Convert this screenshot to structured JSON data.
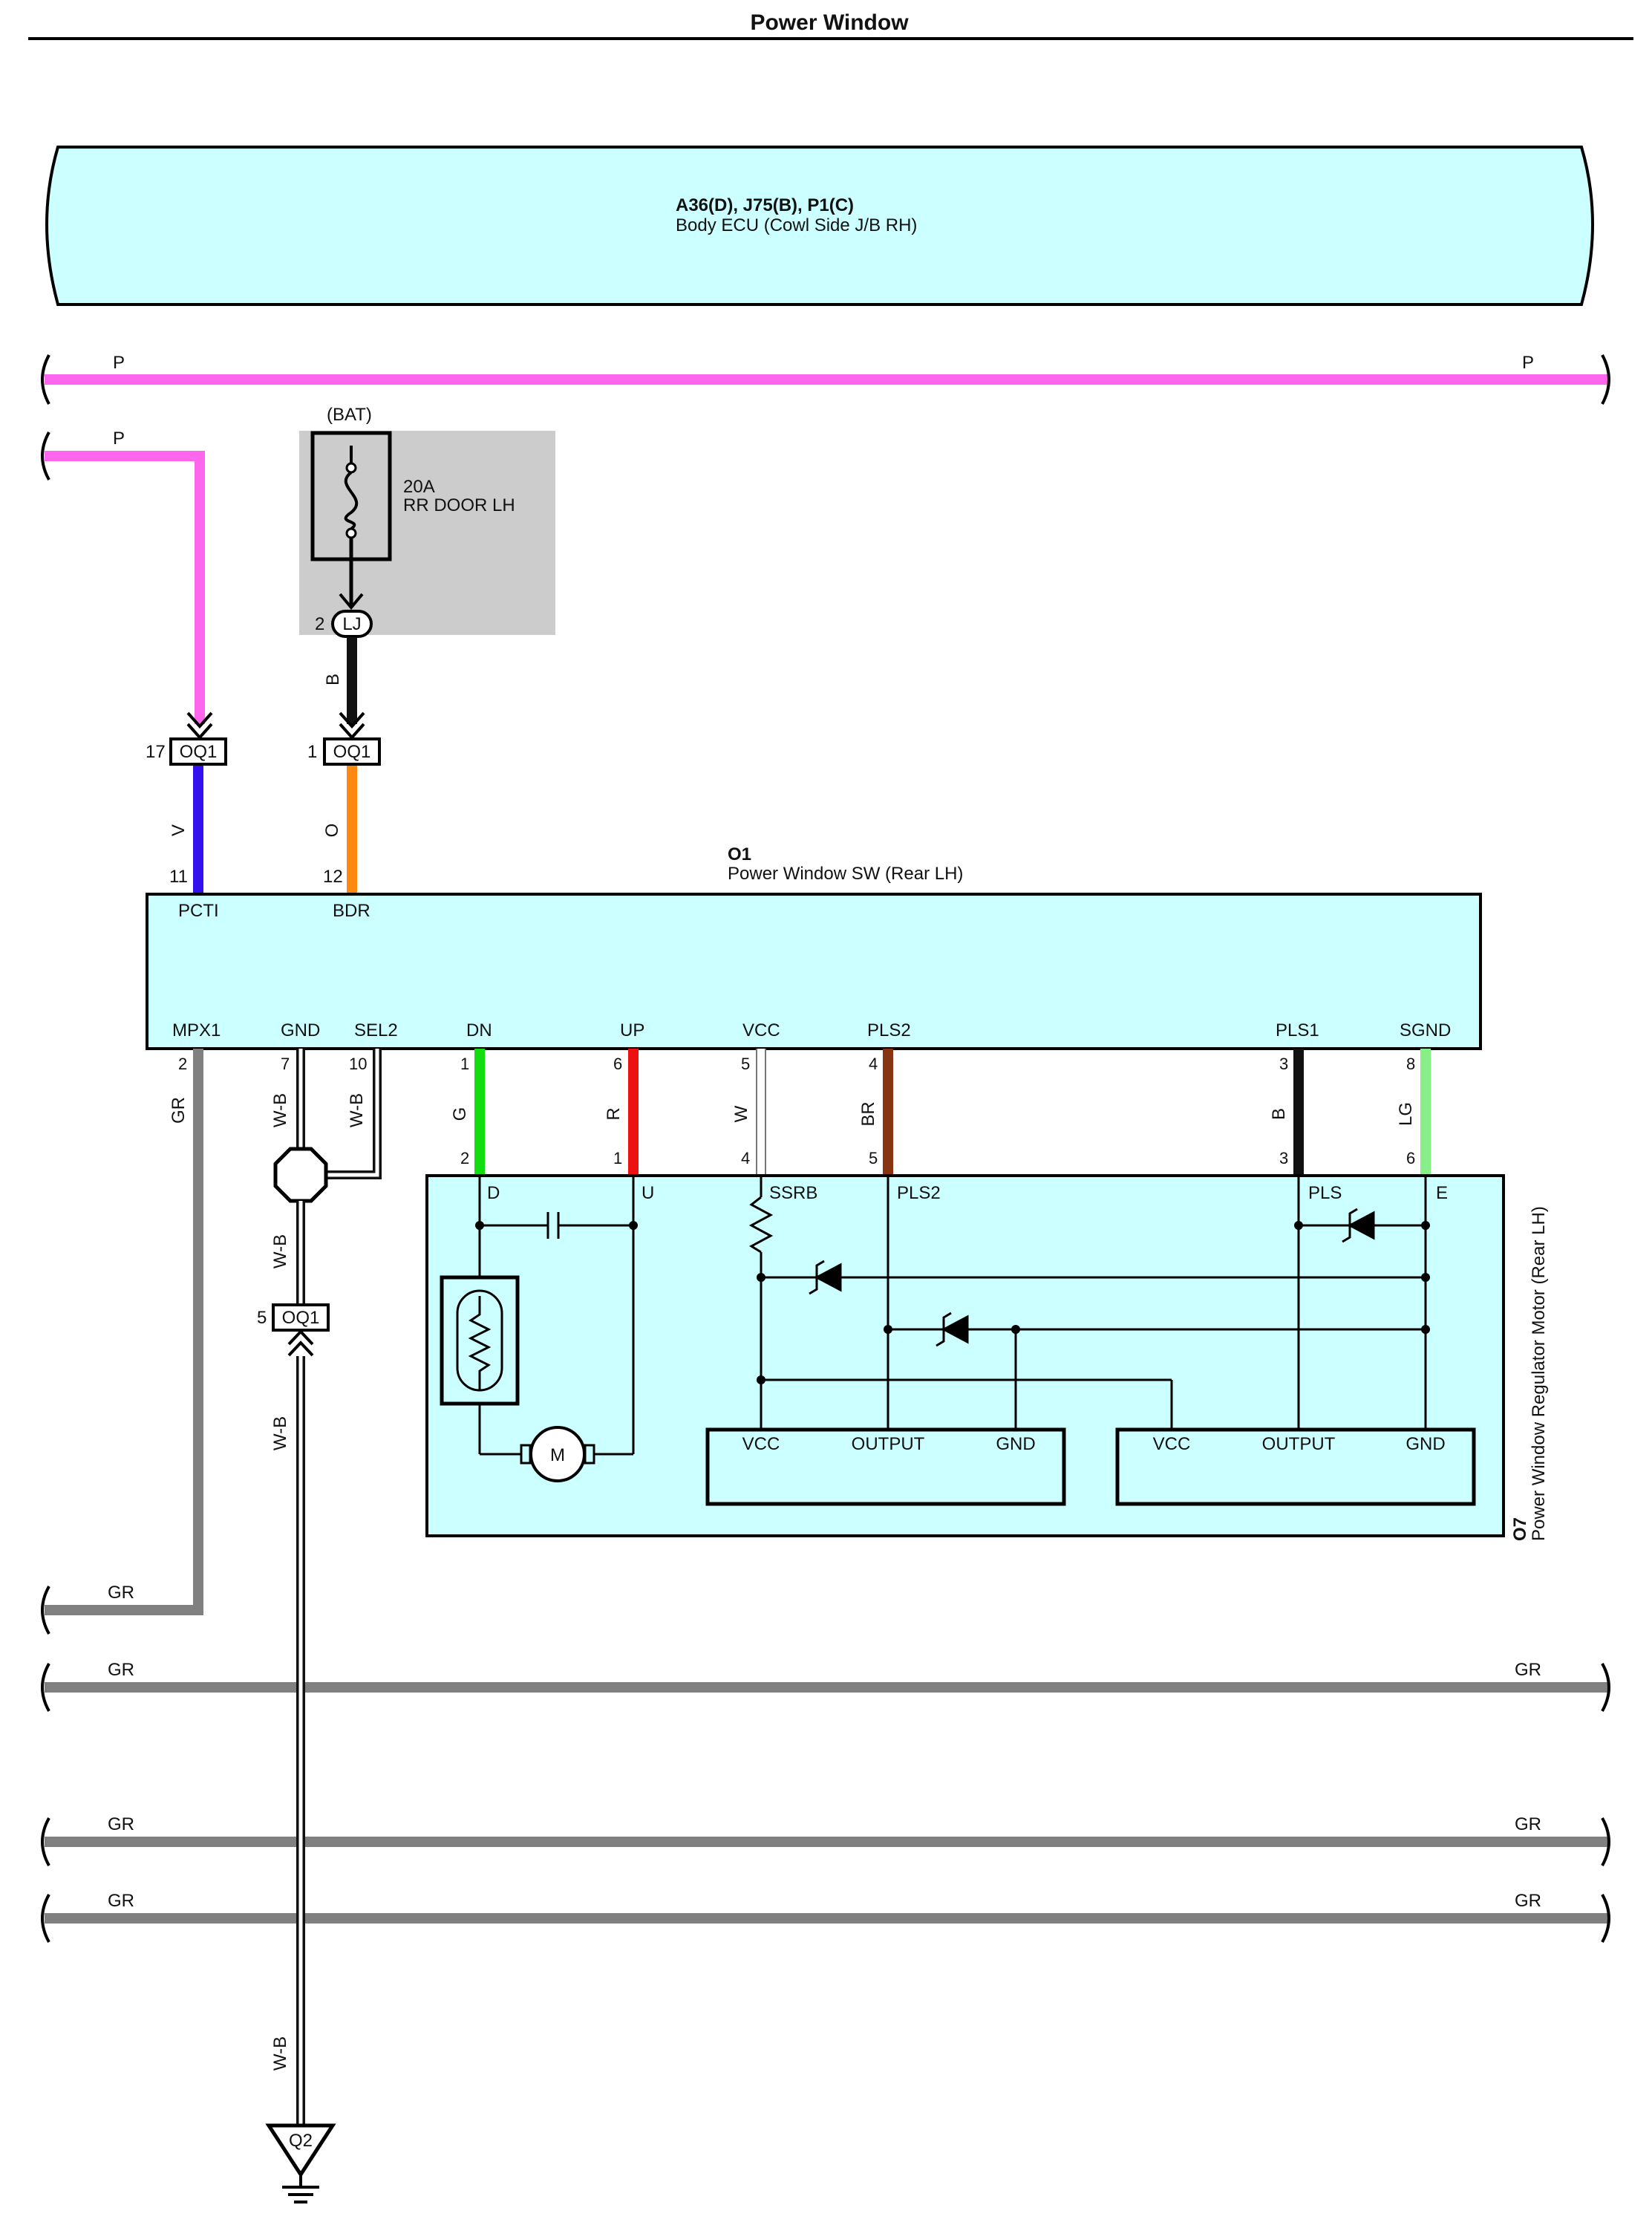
{
  "title": "Power Window",
  "colors": {
    "component_fill": "#ccffff",
    "fuse_box_fill": "#cccccc",
    "P": "#ff66ee",
    "V": "#3311ee",
    "O": "#ff8811",
    "B": "#111111",
    "GR": "#808080",
    "G": "#11dd11",
    "R": "#ee1111",
    "W": "#ffffff",
    "BR": "#883311",
    "LG": "#88ee88"
  },
  "ecu": {
    "connectors": "A36(D), J75(B), P1(C)",
    "name": "Body ECU (Cowl Side J/B RH)"
  },
  "fuse": {
    "source": "(BAT)",
    "rating": "20A",
    "name": "RR DOOR LH",
    "connector": "LJ",
    "pin": "2",
    "wire_color": "B"
  },
  "jc": {
    "name": "OQ1",
    "pin_left": "17",
    "pin_right": "1",
    "pin_ground": "5"
  },
  "switch": {
    "code": "O1",
    "name": "Power Window SW (Rear LH)",
    "top_terminals": [
      {
        "pin": "11",
        "name": "PCTI",
        "wire": "V"
      },
      {
        "pin": "12",
        "name": "BDR",
        "wire": "O"
      }
    ],
    "bottom_terminals": [
      {
        "pin": "2",
        "name": "MPX1",
        "wire": "GR"
      },
      {
        "pin": "7",
        "name": "GND",
        "wire": "W-B"
      },
      {
        "pin": "10",
        "name": "SEL2",
        "wire": "W-B"
      },
      {
        "pin": "1",
        "name": "DN",
        "wire": "G"
      },
      {
        "pin": "6",
        "name": "UP",
        "wire": "R"
      },
      {
        "pin": "5",
        "name": "VCC",
        "wire": "W"
      },
      {
        "pin": "4",
        "name": "PLS2",
        "wire": "BR"
      },
      {
        "pin": "3",
        "name": "PLS1",
        "wire": "B"
      },
      {
        "pin": "8",
        "name": "SGND",
        "wire": "LG"
      }
    ]
  },
  "motor": {
    "code": "O7",
    "name": "Power Window Regulator Motor (Rear LH)",
    "pins": [
      {
        "pin": "2",
        "name": "D"
      },
      {
        "pin": "1",
        "name": "U"
      },
      {
        "pin": "4",
        "name": "SSRB"
      },
      {
        "pin": "5",
        "name": "PLS2"
      },
      {
        "pin": "3",
        "name": "PLS"
      },
      {
        "pin": "6",
        "name": "E"
      }
    ],
    "motor_symbol": "M",
    "sensor1": {
      "vcc": "VCC",
      "output": "OUTPUT",
      "gnd": "GND"
    },
    "sensor2": {
      "vcc": "VCC",
      "output": "OUTPUT",
      "gnd": "GND"
    }
  },
  "wire_labels": {
    "p": "P",
    "v": "V",
    "o": "O",
    "b": "B",
    "gr": "GR",
    "wb": "W-B",
    "g": "G",
    "r": "R",
    "w": "W",
    "br": "BR",
    "lg": "LG"
  },
  "ground": {
    "name": "Q2"
  }
}
